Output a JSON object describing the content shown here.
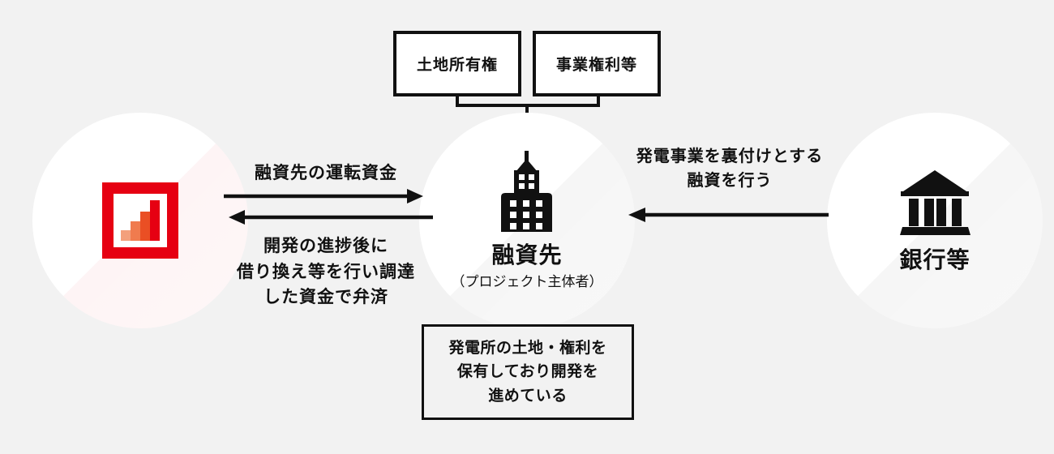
{
  "background_color": "#f2f2f2",
  "accent_color": "#e60012",
  "line_color": "#111111",
  "top_boxes": [
    {
      "id": "land-ownership",
      "label": "土地所有権"
    },
    {
      "id": "business-rights",
      "label": "事業権利等"
    }
  ],
  "nodes": {
    "left": {
      "icon": "bar-chart-icon",
      "label": "",
      "sublabel": ""
    },
    "middle": {
      "icon": "office-building-icon",
      "label": "融資先",
      "sublabel": "（プロジェクト主体者）"
    },
    "right": {
      "icon": "bank-building-icon",
      "label": "銀行等",
      "sublabel": ""
    }
  },
  "arrows": {
    "working_capital": {
      "label": "融資先の運転資金",
      "direction": "right",
      "from": "left-node",
      "to": "middle-node"
    },
    "refinance_repayment": {
      "label_line1": "開発の進捗後に",
      "label_line2": "借り換え等を行い調達",
      "label_line3": "した資金で弁済",
      "direction": "left",
      "from": "middle-node",
      "to": "left-node"
    },
    "bank_loan": {
      "label_line1": "発電事業を裏付けとする",
      "label_line2": "融資を行う",
      "direction": "left",
      "from": "right-node",
      "to": "middle-node"
    }
  },
  "bottom_box": {
    "line1": "発電所の土地・権利を",
    "line2": "保有しており開発を",
    "line3": "進めている"
  },
  "chart_icon_bars": {
    "colors": [
      "#f3a07c",
      "#f07b4e",
      "#ea4f24",
      "#e60012"
    ],
    "frame_color": "#e60012"
  }
}
